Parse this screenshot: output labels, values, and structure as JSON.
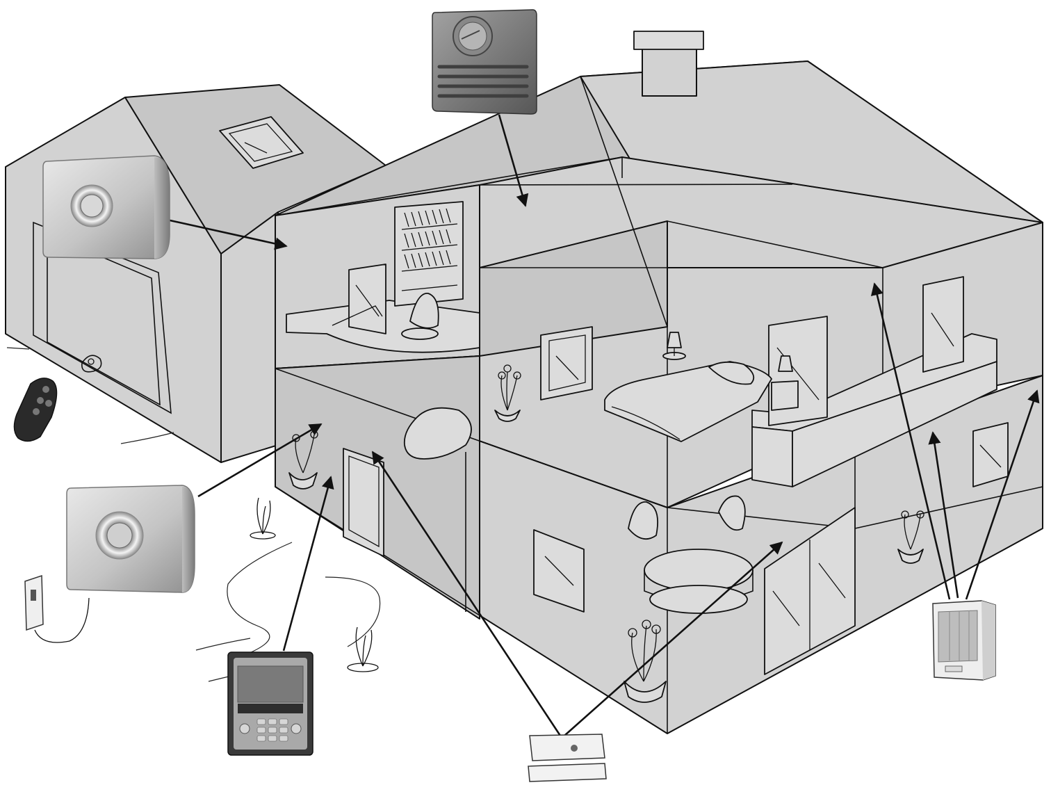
{
  "diagram": {
    "devices": [
      {
        "id": "outdoor-siren",
        "icon": "outdoor-siren-icon"
      },
      {
        "id": "indoor-siren",
        "icon": "indoor-siren-icon"
      },
      {
        "id": "remote-control",
        "icon": "remote-keyfob-icon"
      },
      {
        "id": "alarm-central-unit",
        "icon": "central-unit-icon"
      },
      {
        "id": "control-keypad",
        "icon": "touchscreen-keypad-icon"
      },
      {
        "id": "door-window-sensor",
        "icon": "opening-sensor-icon"
      },
      {
        "id": "motion-detector",
        "icon": "motion-detector-icon"
      }
    ],
    "colors": {
      "wall_fill": "#d2d2d2",
      "line": "#111111",
      "device_silver": "#b9b9b9",
      "device_dark": "#6f6f6f"
    }
  }
}
